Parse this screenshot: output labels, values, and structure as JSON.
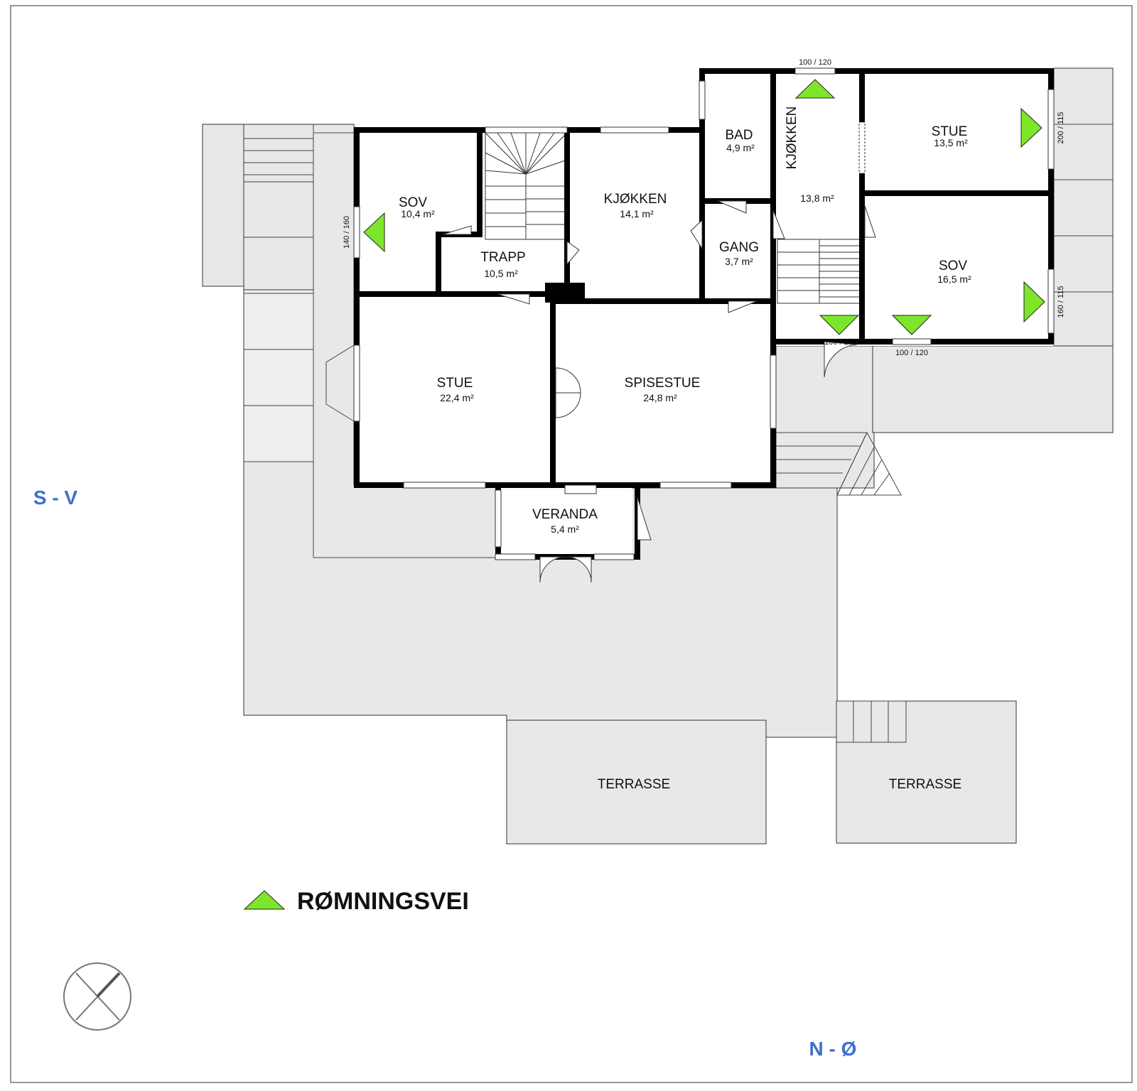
{
  "rooms": [
    {
      "id": "sov-1",
      "name": "SOV",
      "area": "10,4 m²"
    },
    {
      "id": "trapp",
      "name": "TRAPP",
      "area": "10,5 m²"
    },
    {
      "id": "kjokken-1",
      "name": "KJØKKEN",
      "area": "14,1 m²"
    },
    {
      "id": "bad",
      "name": "BAD",
      "area": "4,9 m²"
    },
    {
      "id": "gang",
      "name": "GANG",
      "area": "3,7 m²"
    },
    {
      "id": "kjokken-2",
      "name": "KJØKKEN",
      "area": "13,8 m²"
    },
    {
      "id": "stue-2",
      "name": "STUE",
      "area": "13,5 m²"
    },
    {
      "id": "sov-2",
      "name": "SOV",
      "area": "16,5 m²"
    },
    {
      "id": "stue-1",
      "name": "STUE",
      "area": "22,4 m²"
    },
    {
      "id": "spisestue",
      "name": "SPISESTUE",
      "area": "24,8 m²"
    },
    {
      "id": "veranda",
      "name": "VERANDA",
      "area": "5,4 m²"
    }
  ],
  "terraces": [
    "TERRASSE",
    "TERRASSE"
  ],
  "window_dims": [
    "100 / 120",
    "200 / 115",
    "160 / 115",
    "140 / 160",
    "100 / 210",
    "100 / 120"
  ],
  "orientation": {
    "southwest": "S - V",
    "northeast": "N - Ø"
  },
  "legend": {
    "label": "RØMNINGSVEI"
  },
  "colors": {
    "escape_arrow": "#7ee62a",
    "wall": "#000000",
    "exterior": "#e8e8e8",
    "orientation_text": "#3f6fcf"
  }
}
